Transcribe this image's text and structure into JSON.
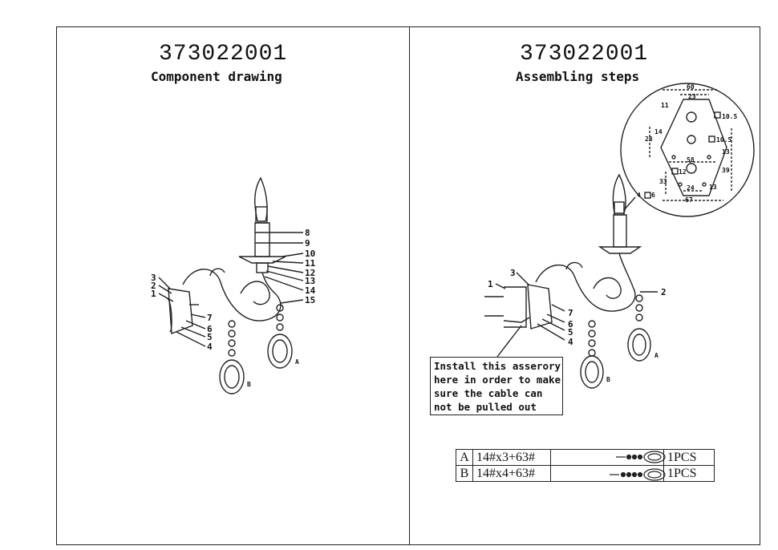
{
  "left_panel": {
    "code": "373022001",
    "subtitle": "Component drawing",
    "callouts": [
      "1",
      "2",
      "3",
      "4",
      "5",
      "6",
      "7",
      "8",
      "9",
      "10",
      "11",
      "12",
      "13",
      "14",
      "15"
    ],
    "pendant_labels": [
      "A",
      "B"
    ]
  },
  "right_panel": {
    "code": "373022001",
    "subtitle": "Assembling steps",
    "callouts": [
      "1",
      "2",
      "3",
      "4",
      "5",
      "6",
      "7"
    ],
    "pendant_labels": [
      "A",
      "B"
    ],
    "mount_plate_dims": [
      "60",
      "23",
      "11",
      "10.5",
      "14",
      "28",
      "10.5",
      "13",
      "58",
      "39",
      "12",
      "33",
      "24",
      "13",
      "6",
      "4",
      "67"
    ],
    "note_lines": [
      "Install this asserory",
      "here in order to make",
      "sure the cable can",
      "not be pulled out"
    ],
    "parts_table": [
      {
        "id": "A",
        "spec": "14#x3+63#",
        "qty": "1PCS"
      },
      {
        "id": "B",
        "spec": "14#x4+63#",
        "qty": "1PCS"
      }
    ]
  }
}
